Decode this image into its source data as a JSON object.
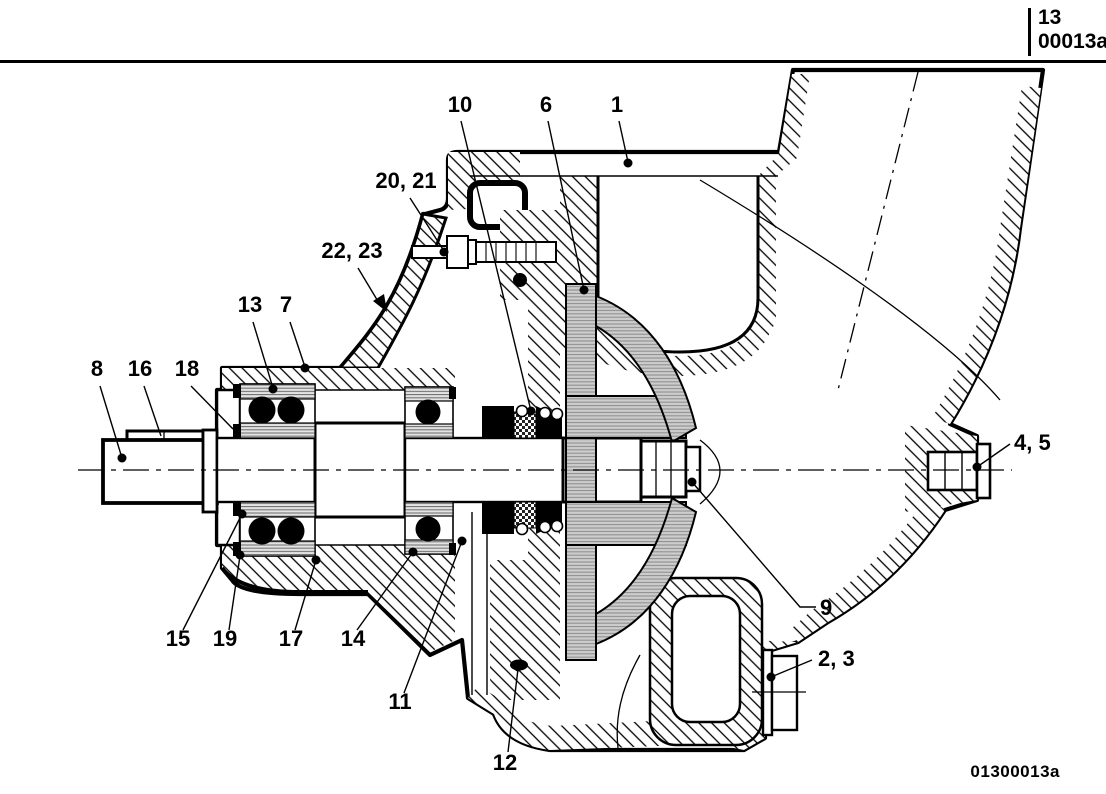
{
  "header": {
    "section_number": "13",
    "page_code": "00013a"
  },
  "footer": {
    "figure_code": "01300013a"
  },
  "diagram": {
    "type": "sectional-technical-drawing",
    "subject": "centrifugal pump cross-section with numbered part callouts",
    "colors": {
      "ink": "#000000",
      "impeller_gray": "#c6c6c6",
      "background": "#ffffff"
    }
  },
  "callouts": [
    {
      "label": "10"
    },
    {
      "label": "6"
    },
    {
      "label": "1"
    },
    {
      "label": "20, 21"
    },
    {
      "label": "22, 23"
    },
    {
      "label": "13"
    },
    {
      "label": "7"
    },
    {
      "label": "8"
    },
    {
      "label": "16"
    },
    {
      "label": "18"
    },
    {
      "label": "15"
    },
    {
      "label": "19"
    },
    {
      "label": "17"
    },
    {
      "label": "14"
    },
    {
      "label": "11"
    },
    {
      "label": "12"
    },
    {
      "label": "9"
    },
    {
      "label": "4, 5"
    },
    {
      "label": "2, 3"
    }
  ]
}
